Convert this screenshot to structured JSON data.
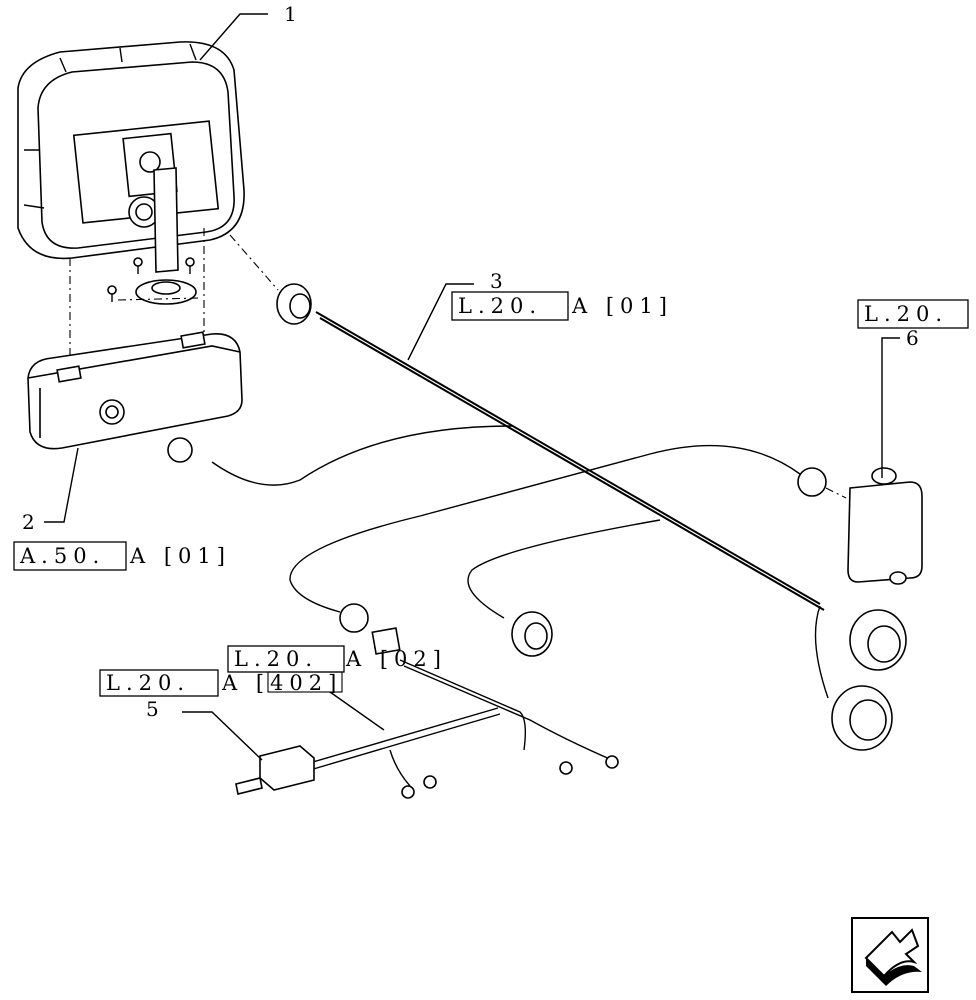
{
  "callouts": [
    {
      "id": "1",
      "text": "1"
    },
    {
      "id": "2",
      "text": "2"
    },
    {
      "id": "3",
      "text": "3"
    },
    {
      "id": "5",
      "text": "5"
    },
    {
      "id": "6",
      "text": "6"
    }
  ],
  "refs": {
    "r3_box": "L.20.",
    "r3_tail": "A  [01]",
    "r6_box": "L.20.",
    "r2_box": "A.50.",
    "r2_tail": "A  [01]",
    "rmid_box": "L.20.",
    "rmid_tail": "A  [02]",
    "r5_box": "L.20.",
    "r5_tail": "A  [402]"
  },
  "nav": {
    "icon": "next-page-arrow-icon"
  }
}
